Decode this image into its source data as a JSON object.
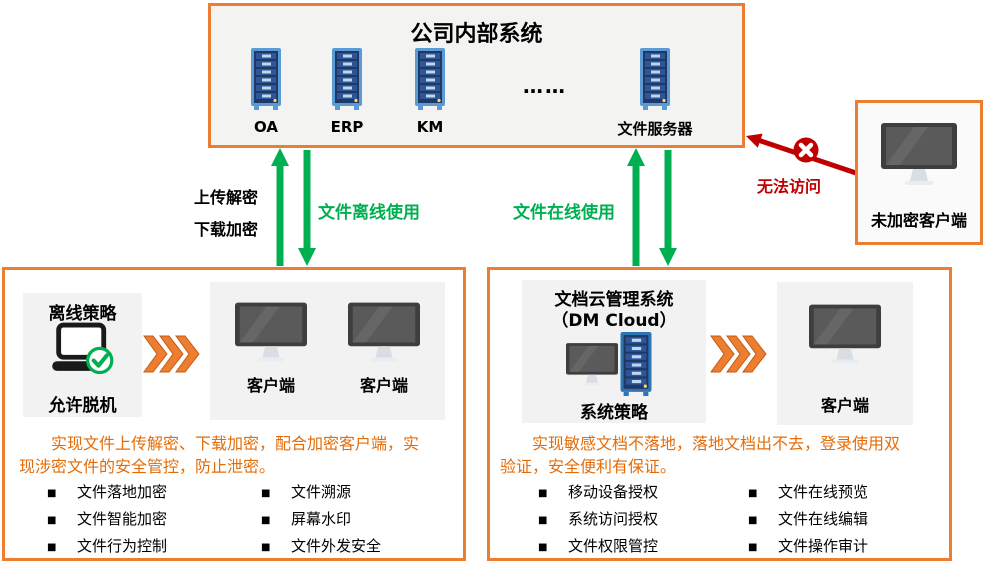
{
  "colors": {
    "orange_border": "#ED7D31",
    "orange_text": "#E36C09",
    "flow_green": "#00B050",
    "alert_red": "#C00000"
  },
  "ui": {
    "bullet_char": "■"
  },
  "top_box": {
    "title": "公司内部系统",
    "server_labels": [
      "OA",
      "ERP",
      "KM"
    ],
    "ellipsis": "……",
    "file_server_label": "文件服务器"
  },
  "flows": {
    "upload_decrypt": "上传解密",
    "download_encrypt": "下载加密",
    "offline_use": "文件离线使用",
    "online_use": "文件在线使用",
    "no_access": "无法访问"
  },
  "unencrypted_client": {
    "label": "未加密客户端"
  },
  "offline_box": {
    "policy_title": "离线策略",
    "policy_caption": "允许脱机",
    "client_labels": [
      "客户端",
      "客户端"
    ],
    "description_lines": [
      "实现文件上传解密、下载加密，配合加密客户端，实",
      "现涉密文件的安全管控，防止泄密。"
    ],
    "features_col1": [
      "文件落地加密",
      "文件智能加密",
      "文件行为控制"
    ],
    "features_col2": [
      "文件溯源",
      "屏幕水印",
      "文件外发安全"
    ]
  },
  "cloud_box": {
    "title_line1": "文档云管理系统",
    "title_line2": "（DM Cloud）",
    "system_caption": "系统策略",
    "client_label": "客户端",
    "description_lines": [
      "实现敏感文档不落地，落地文档出不去，登录使用双",
      "验证，安全便利有保证。"
    ],
    "features_col1": [
      "移动设备授权",
      "系统访问授权",
      "文件权限管控"
    ],
    "features_col2": [
      "文件在线预览",
      "文件在线编辑",
      "文件操作审计"
    ]
  }
}
